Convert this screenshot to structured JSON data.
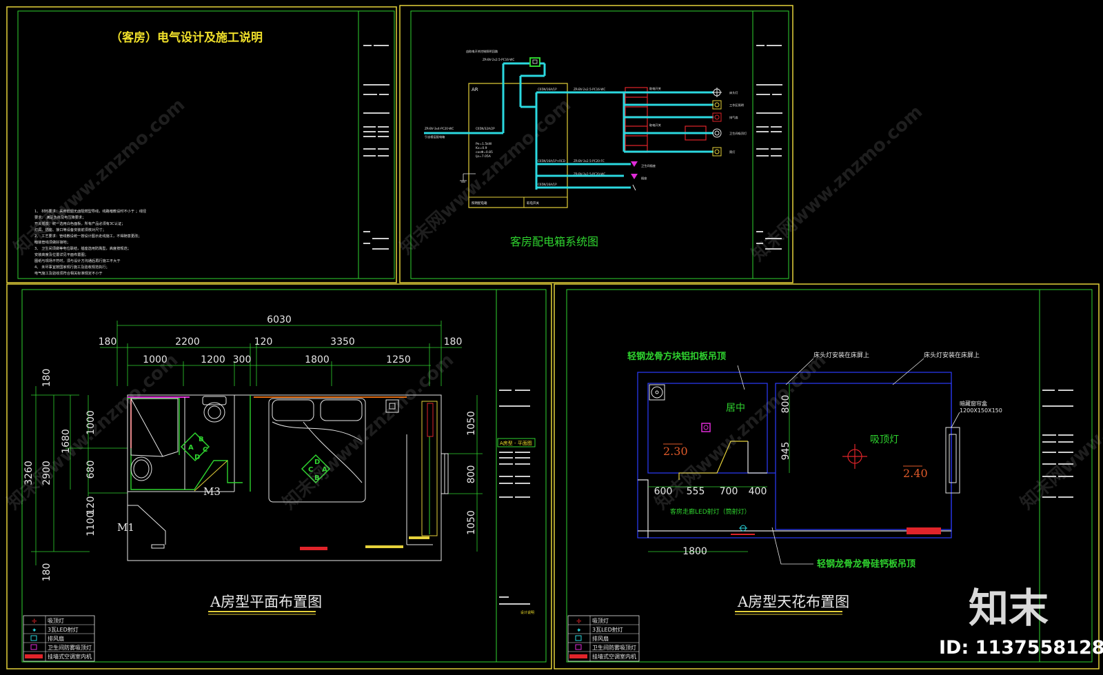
{
  "sheets": {
    "notes": {
      "title": "（客房）电气设计及施工说明",
      "body_lines": [
        "1、 材料要求：采用低烟无卤阻燃型导线，线路暗敷设时不小于     ；线径",
        "    要求：   满足负荷及电压降要求；",
        "    开关插座：统一选用白色面板，所有产品必须有3C认证；",
        "    灯具、插座、接口等设备安装前须核对尺寸；",
        "2、 工艺要求：管线敷设统一按设计图示走线施工，不得随意更改；",
        "    暗装管线须做好接地；",
        "3、 卫生间须做等电位联结，插座选用防溅型，高度按规范；",
        "    安装高度及位置详见平面布置图；",
        "    图纸与现场不符时，须与设计方沟通后再行施工不大于",
        "4、 未尽事宜按国家现行施工及验收规范执行；",
        "    电气施工及验收须符合相关标准规定不小于"
      ]
    },
    "system": {
      "title": "客房配电箱系统图",
      "box_label": "AR",
      "incoming_cable": "ZR-BV-3x4-PC20-WC",
      "incoming_breaker": "C65N/32A/2P",
      "incoming_note": "引自楼层配电箱",
      "top_note": "由取电开关控制照明回路",
      "top_cable": "ZR-BV-2x2.5-PC16-WC",
      "load_lines": [
        "Pe=1.5kW",
        "Kx=0.9",
        "cosΦ=0.85",
        "Ijs=7.05A"
      ],
      "bottom_left": "照明配电箱",
      "bottom_right": "取电开关",
      "circuits": [
        {
          "breaker": "C65N/16A/1P",
          "cable": "ZR-BV-2x2.5-PC16-WC",
          "load": "床头灯"
        },
        {
          "breaker": "",
          "cable": "",
          "load": "工作区照明"
        },
        {
          "breaker": "",
          "cable": "",
          "load": "排气扇"
        },
        {
          "breaker": "",
          "cable": "",
          "load": "卫生间吸顶灯"
        },
        {
          "breaker": "",
          "cable": "",
          "load": "筒灯"
        },
        {
          "breaker": "C65N/16A/1P+RCD",
          "cable": "ZR-BV-3x2.5-PC20-FC",
          "load": "卫生间插座"
        },
        {
          "breaker": "C65N/16A/1P",
          "cable": "ZR-BV-3x2.5-PC20-WC",
          "load": "插座"
        }
      ],
      "switch_labels": [
        "取电开关",
        "取电开关"
      ]
    },
    "plan": {
      "title": "A房型平面布置图",
      "dims_top": {
        "overall": "6030",
        "row2": [
          "180",
          "2200",
          "120",
          "3350",
          "180"
        ],
        "row3": [
          "1000",
          "1200",
          "300",
          "1800",
          "1250"
        ]
      },
      "dims_left": {
        "overall": "3260",
        "a": "2900",
        "b": "1680",
        "c_top": "180",
        "c_bottom": "180",
        "d": [
          "1000",
          "680"
        ],
        "e": [
          "120",
          "1100"
        ]
      },
      "dims_right": [
        "1050",
        "800",
        "1050"
      ],
      "tags": [
        "M1",
        "M3"
      ],
      "wm1": [
        "A",
        "B",
        "C",
        "D"
      ],
      "wm2": [
        "C",
        "D",
        "A",
        "B"
      ]
    },
    "ceiling": {
      "title": "A房型天花布置图",
      "label_aluminium": "轻钢龙骨方块铝扣板吊顶",
      "label_gypsum": "轻钢龙骨龙骨硅钙板吊顶",
      "label_bedlight1": "床头灯安装在床屏上",
      "label_bedlight2": "床头灯安装在床屏上",
      "label_curtain": "暗藏窗帘盒",
      "curtain_size": "1200X150X150",
      "label_center": "居中",
      "label_ceiling_lamp": "吸顶灯",
      "label_downlight": "客房走廊LED射灯（筒射灯）",
      "level_bath": "2.30",
      "level_room": "2.40",
      "dims_bottom": [
        "600",
        "555",
        "700",
        "400"
      ],
      "dim_1800": "1800",
      "dims_side": [
        "800",
        "945"
      ]
    },
    "legend": [
      {
        "icon": "ceiling-lamp",
        "label": "吸顶灯"
      },
      {
        "icon": "led-spot",
        "label": "3瓦LED射灯"
      },
      {
        "icon": "exhaust-fan",
        "label": "排风扇"
      },
      {
        "icon": "bath-lamp",
        "label": "卫生间防雾吸顶灯"
      },
      {
        "icon": "ac-unit",
        "label": "挂墙式空调室内机"
      }
    ],
    "titleblock_plan": "A房型 - 平面图",
    "titleblock_plan2": "设计说明"
  },
  "watermark": {
    "text": "知末网www.znzmo.com",
    "brand": "知末",
    "id": "ID: 1137558128"
  },
  "colors": {
    "frame": "#e6d23a",
    "inner": "#2fd42f",
    "cyan": "#2bd9e0",
    "red": "#e0242a",
    "white": "#e8e8e8",
    "magenta": "#e02bd8",
    "blue": "#2c3cff"
  }
}
